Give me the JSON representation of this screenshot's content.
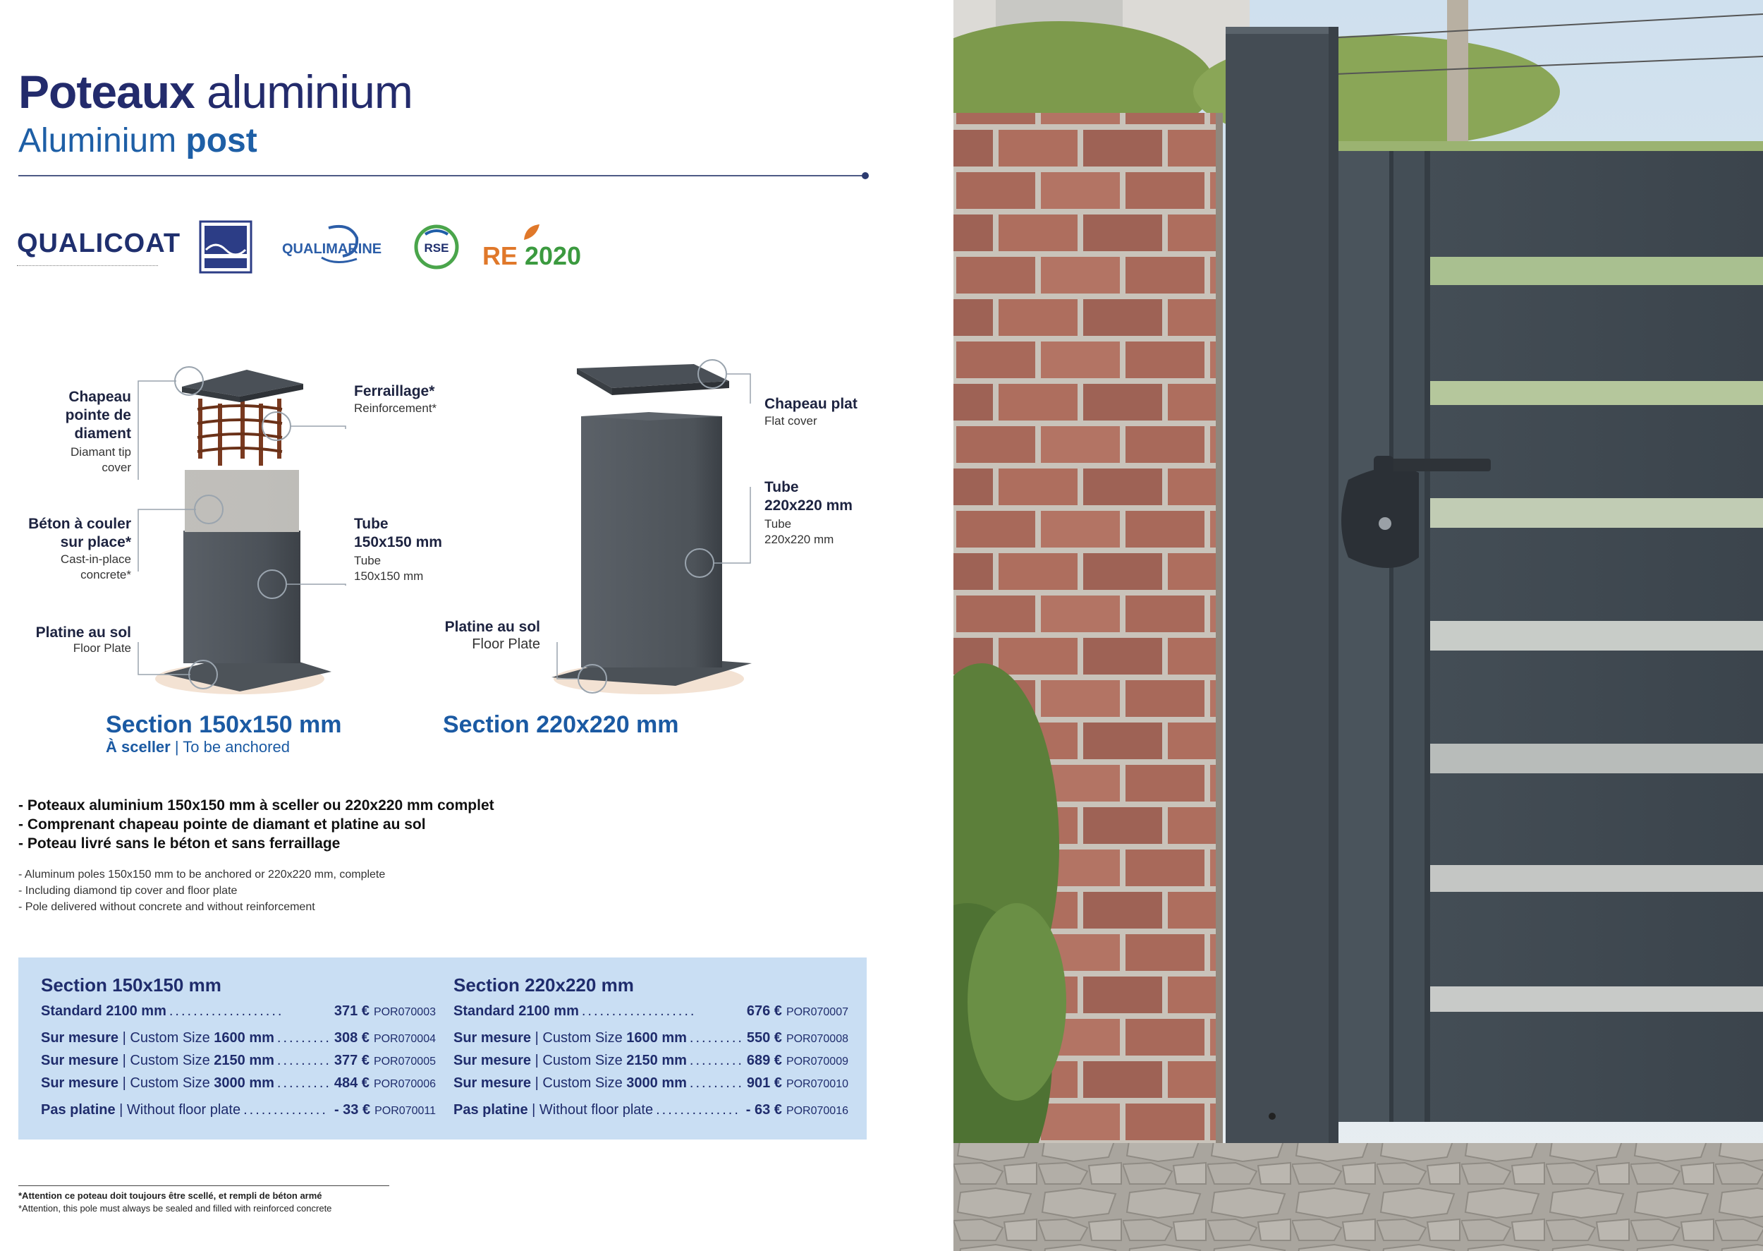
{
  "title": {
    "fr_bold": "Poteaux",
    "fr_rest": " aluminium",
    "en_rest": "Aluminium ",
    "en_bold": "post"
  },
  "certifications": {
    "qualicoat": "QUALICOAT",
    "qualimarine": "QUALIMARINE",
    "rse": "RSE",
    "re_r": "RE",
    "re_n": "2020"
  },
  "diagram": {
    "left": {
      "cap_fr": [
        "Chapeau",
        "pointe de",
        "diament"
      ],
      "cap_en": [
        "Diamant tip",
        "cover"
      ],
      "reinf_fr": "Ferraillage*",
      "reinf_en": "Reinforcement*",
      "concrete_fr": [
        "Béton à couler",
        "sur place*"
      ],
      "concrete_en": [
        "Cast-in-place",
        "concrete*"
      ],
      "tube_fr": [
        "Tube",
        "150x150 mm"
      ],
      "tube_en": [
        "Tube",
        "150x150 mm"
      ],
      "plate_fr": "Platine au sol",
      "plate_en": "Floor Plate",
      "section": "Section 150x150 mm",
      "anchor_fr": "À sceller",
      "anchor_en": " | To be anchored"
    },
    "right": {
      "cap_fr": "Chapeau plat",
      "cap_en": "Flat cover",
      "tube_fr": [
        "Tube",
        "220x220 mm"
      ],
      "tube_en": [
        "Tube",
        "220x220 mm"
      ],
      "plate_fr": "Platine au sol",
      "plate_en": "Floor Plate",
      "section": "Section 220x220 mm"
    }
  },
  "bullets_fr": [
    "- Poteaux aluminium 150x150 mm à sceller ou 220x220 mm complet",
    "- Comprenant chapeau pointe de diamant et platine au sol",
    "- Poteau livré sans le béton et sans ferraillage"
  ],
  "bullets_en": [
    "- Aluminum poles 150x150 mm to be anchored or 220x220 mm, complete",
    "- Including diamond tip cover and floor plate",
    "- Pole delivered without concrete and without reinforcement"
  ],
  "prices": {
    "col1": {
      "title": "Section 150x150 mm",
      "rows": [
        {
          "label_b": "Standard 2100 mm",
          "label_n": "",
          "price": "371 €",
          "code": "POR070003"
        },
        {
          "label_b": "Sur mesure",
          "label_n": " | Custom Size ",
          "label_b2": "1600 mm",
          "price": "308 €",
          "code": "POR070004"
        },
        {
          "label_b": "Sur mesure",
          "label_n": " | Custom Size ",
          "label_b2": "2150 mm",
          "price": "377 €",
          "code": "POR070005"
        },
        {
          "label_b": "Sur mesure",
          "label_n": " | Custom Size ",
          "label_b2": "3000 mm",
          "price": "484 €",
          "code": "POR070006"
        },
        {
          "label_b": "Pas platine",
          "label_n": " | Without floor plate",
          "label_b2": "",
          "price": "- 33 €",
          "code": "POR070011"
        }
      ]
    },
    "col2": {
      "title": "Section 220x220 mm",
      "rows": [
        {
          "label_b": "Standard 2100 mm",
          "label_n": "",
          "price": "676 €",
          "code": "POR070007"
        },
        {
          "label_b": "Sur mesure",
          "label_n": " | Custom Size ",
          "label_b2": "1600 mm",
          "price": "550 €",
          "code": "POR070008"
        },
        {
          "label_b": "Sur mesure",
          "label_n": " | Custom Size ",
          "label_b2": "2150 mm",
          "price": "689 €",
          "code": "POR070009"
        },
        {
          "label_b": "Sur mesure",
          "label_n": " | Custom Size ",
          "label_b2": "3000 mm",
          "price": "901 €",
          "code": "POR070010"
        },
        {
          "label_b": "Pas platine",
          "label_n": " | Without floor plate",
          "label_b2": "",
          "price": "- 63 €",
          "code": "POR070016"
        }
      ]
    }
  },
  "footnote_fr": "*Attention ce poteau doit toujours être scellé, et rempli de béton armé",
  "footnote_en": "*Attention, this pole must always be sealed and filled with reinforced concrete",
  "colors": {
    "navy": "#232b6c",
    "blue": "#1b5aa3",
    "price_bg": "#c9def3",
    "post_grey": "#4f555c"
  }
}
